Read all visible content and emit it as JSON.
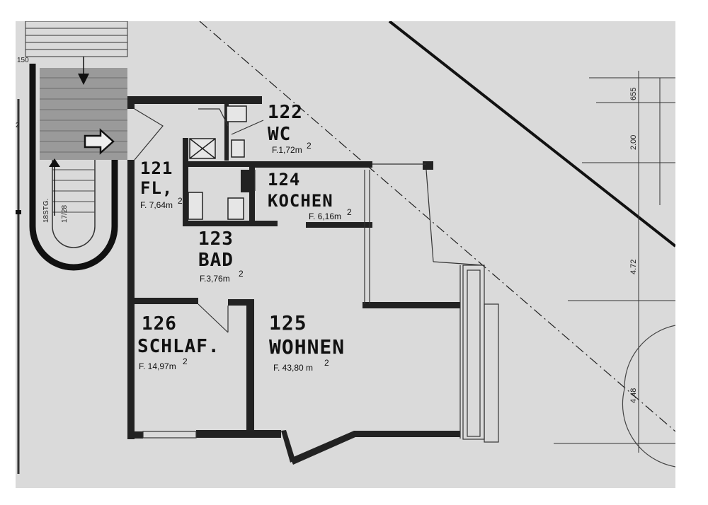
{
  "rooms": [
    {
      "number": "122",
      "name": "WC",
      "area": "F.1,72m",
      "unit": "2"
    },
    {
      "number": "121",
      "name": "FL,",
      "area": "F. 7,64m",
      "unit": "2"
    },
    {
      "number": "124",
      "name": "KOCHEN",
      "area": "F. 6,16m",
      "unit": "2"
    },
    {
      "number": "123",
      "name": "BAD",
      "area": "F.3,76m",
      "unit": "2"
    },
    {
      "number": "126",
      "name": "SCHLAF.",
      "area": "F. 14,97m",
      "unit": "2"
    },
    {
      "number": "125",
      "name": "WOHNEN",
      "area": "F. 43,80 m",
      "unit": "2"
    }
  ],
  "dimensions": [
    "655",
    "2.00",
    "4.72",
    "4.48"
  ],
  "stair": {
    "steps": "18STG.",
    "ratio": "17/28"
  },
  "edge_marks": [
    "150",
    "2"
  ]
}
